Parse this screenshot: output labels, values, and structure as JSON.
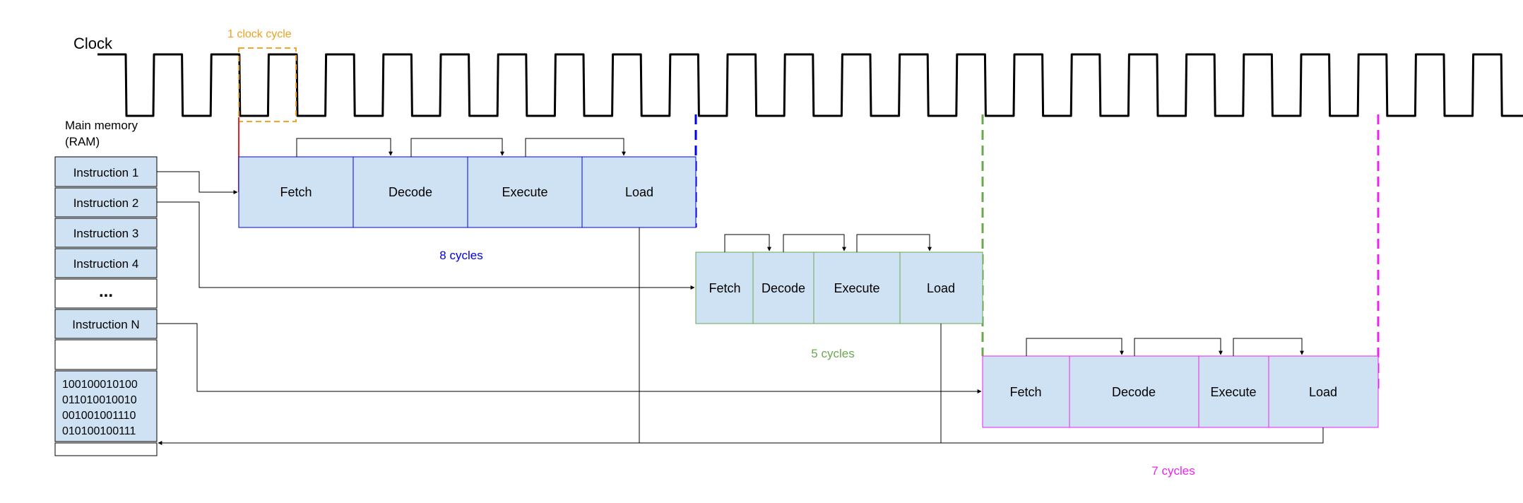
{
  "clock": {
    "label": "Clock",
    "cycle_annotation": "1 clock cycle"
  },
  "memory": {
    "title_line1": "Main memory",
    "title_line2": "(RAM)",
    "instructions": [
      "Instruction 1",
      "Instruction 2",
      "Instruction 3",
      "Instruction 4",
      "...",
      "Instruction N"
    ],
    "binary_lines": [
      "100100010100",
      "011010010010",
      "001001001110",
      "010100100111"
    ]
  },
  "pipelines": [
    {
      "instruction": "Instruction 1",
      "stages": [
        "Fetch",
        "Decode",
        "Execute",
        "Load"
      ],
      "cycles_label": "8 cycles",
      "color": "#0000ee"
    },
    {
      "instruction": "Instruction 2",
      "stages": [
        "Fetch",
        "Decode",
        "Execute",
        "Load"
      ],
      "cycles_label": "5 cycles",
      "color": "#6aa84f"
    },
    {
      "instruction": "Instruction N",
      "stages": [
        "Fetch",
        "Decode",
        "Execute",
        "Load"
      ],
      "cycles_label": "7 cycles",
      "color": "#ee22ee"
    }
  ],
  "colors": {
    "stage_fill": "#cfe2f3",
    "cycle_box": "#f4a42a",
    "cycle_label": "#f0a020",
    "start_marker": "#ee2222"
  }
}
